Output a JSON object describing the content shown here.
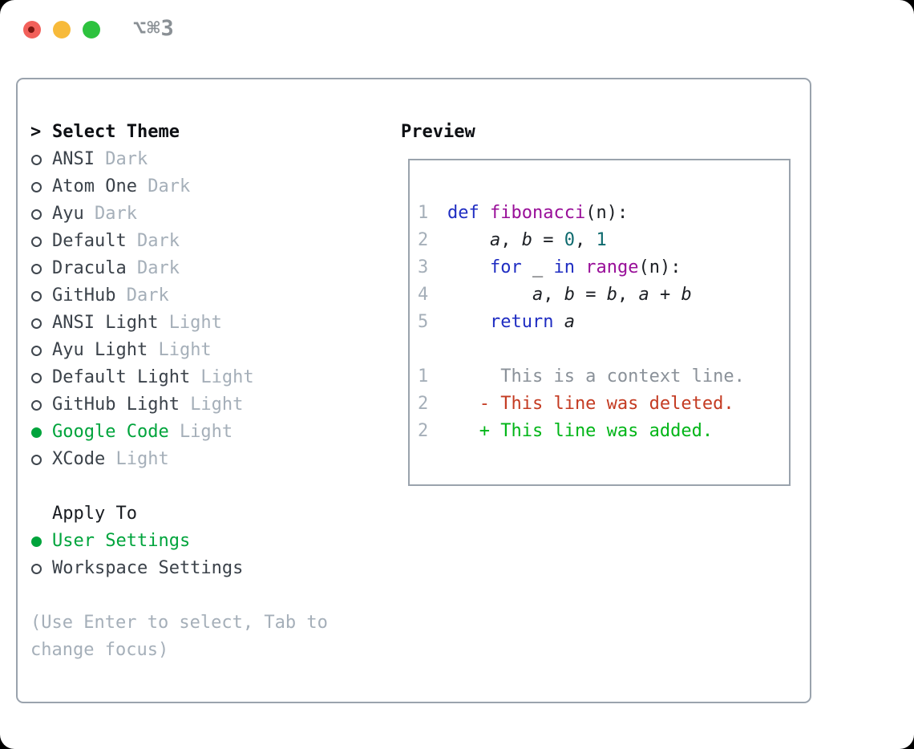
{
  "titlebar": {
    "shortcut": "⌥⌘3"
  },
  "theme_picker": {
    "header": {
      "cursor": ">",
      "label": "Select Theme"
    },
    "themes": [
      {
        "name": "ANSI",
        "variant": "Dark",
        "selected": false
      },
      {
        "name": "Atom One",
        "variant": "Dark",
        "selected": false
      },
      {
        "name": "Ayu",
        "variant": "Dark",
        "selected": false
      },
      {
        "name": "Default",
        "variant": "Dark",
        "selected": false
      },
      {
        "name": "Dracula",
        "variant": "Dark",
        "selected": false
      },
      {
        "name": "GitHub",
        "variant": "Dark",
        "selected": false
      },
      {
        "name": "ANSI Light",
        "variant": "Light",
        "selected": false
      },
      {
        "name": "Ayu Light",
        "variant": "Light",
        "selected": false
      },
      {
        "name": "Default Light",
        "variant": "Light",
        "selected": false
      },
      {
        "name": "GitHub Light",
        "variant": "Light",
        "selected": false
      },
      {
        "name": "Google Code",
        "variant": "Light",
        "selected": true
      },
      {
        "name": "XCode",
        "variant": "Light",
        "selected": false
      }
    ],
    "apply_to": {
      "label": "Apply To",
      "options": [
        {
          "name": "User Settings",
          "selected": true
        },
        {
          "name": "Workspace Settings",
          "selected": false
        }
      ]
    },
    "help_text": "(Use Enter to select, Tab to change focus)"
  },
  "preview": {
    "label": "Preview",
    "code_lines": [
      {
        "num": "1",
        "tokens": [
          {
            "t": "kw",
            "s": "def "
          },
          {
            "t": "fn",
            "s": "fibonacci"
          },
          {
            "t": "pl",
            "s": "(n):"
          }
        ]
      },
      {
        "num": "2",
        "tokens": [
          {
            "t": "pl",
            "s": "    "
          },
          {
            "t": "var",
            "s": "a"
          },
          {
            "t": "pl",
            "s": ", "
          },
          {
            "t": "var",
            "s": "b"
          },
          {
            "t": "pl",
            "s": " = "
          },
          {
            "t": "lit",
            "s": "0"
          },
          {
            "t": "pl",
            "s": ", "
          },
          {
            "t": "lit",
            "s": "1"
          }
        ]
      },
      {
        "num": "3",
        "tokens": [
          {
            "t": "pl",
            "s": "    "
          },
          {
            "t": "kw",
            "s": "for"
          },
          {
            "t": "pl",
            "s": " _ "
          },
          {
            "t": "kw",
            "s": "in"
          },
          {
            "t": "pl",
            "s": " "
          },
          {
            "t": "fn",
            "s": "range"
          },
          {
            "t": "pl",
            "s": "(n):"
          }
        ]
      },
      {
        "num": "4",
        "tokens": [
          {
            "t": "pl",
            "s": "        "
          },
          {
            "t": "var",
            "s": "a"
          },
          {
            "t": "pl",
            "s": ", "
          },
          {
            "t": "var",
            "s": "b"
          },
          {
            "t": "pl",
            "s": " = "
          },
          {
            "t": "var",
            "s": "b"
          },
          {
            "t": "pl",
            "s": ", "
          },
          {
            "t": "var",
            "s": "a"
          },
          {
            "t": "pl",
            "s": " + "
          },
          {
            "t": "var",
            "s": "b"
          }
        ]
      },
      {
        "num": "5",
        "tokens": [
          {
            "t": "pl",
            "s": "    "
          },
          {
            "t": "kw",
            "s": "return"
          },
          {
            "t": "pl",
            "s": " "
          },
          {
            "t": "var",
            "s": "a"
          }
        ]
      }
    ],
    "diff_lines": [
      {
        "num": "1",
        "kind": "context",
        "text": "     This is a context line."
      },
      {
        "num": "2",
        "kind": "deleted",
        "text": "   - This line was deleted."
      },
      {
        "num": "2",
        "kind": "added",
        "text": "   + This line was added."
      }
    ]
  },
  "colors": {
    "selected_green": "#00a43c",
    "added_green": "#00b517",
    "deleted_red": "#c43b22",
    "keyword_blue": "#1f2dc2",
    "function_purple": "#990f99",
    "literal_teal": "#0e6a6e",
    "muted_gray": "#a5afb9",
    "context_gray": "#8a9199",
    "traffic_red": "#f2605a",
    "traffic_red_dot": "#7c1711",
    "traffic_yellow": "#f7ba3a",
    "traffic_green": "#2dc23e"
  }
}
